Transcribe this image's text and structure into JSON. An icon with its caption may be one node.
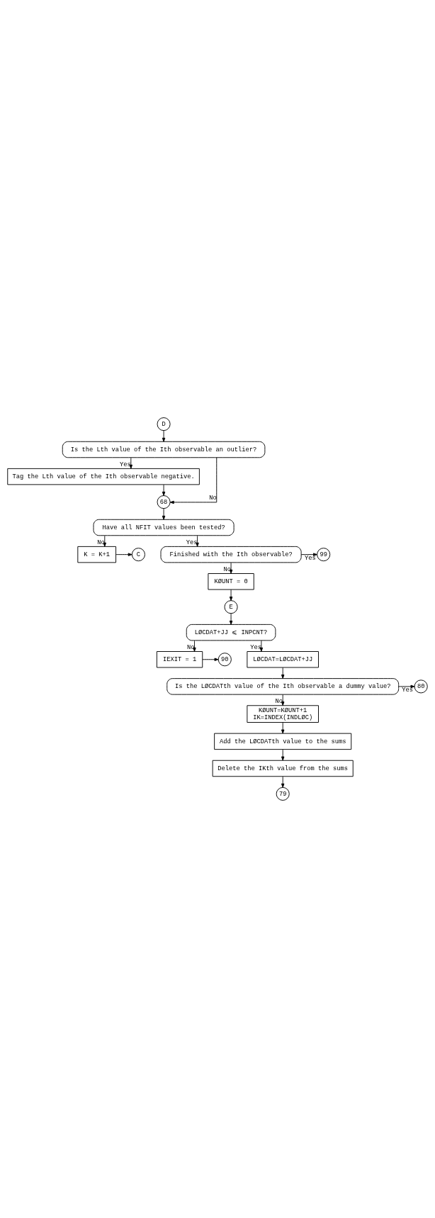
{
  "diagram": {
    "nodes": [
      {
        "text": [
          "D"
        ]
      },
      {
        "text": [
          "Is the Lth value of the Ith observable an outlier?"
        ]
      },
      {
        "text": [
          "Tag the Lth value of the Ith observable negative."
        ]
      },
      {
        "text": [
          "68"
        ]
      },
      {
        "text": [
          "Have all NFIT values been tested?"
        ]
      },
      {
        "text": [
          "K = K+1"
        ]
      },
      {
        "text": [
          "C"
        ]
      },
      {
        "text": [
          "Finished with the Ith observable?"
        ]
      },
      {
        "text": [
          "99"
        ]
      },
      {
        "text": [
          "KØUNT = 0"
        ]
      },
      {
        "text": [
          "E"
        ]
      },
      {
        "text": [
          "LØCDAT+JJ ⩽ INPCNT?"
        ]
      },
      {
        "text": [
          "IEXIT = 1"
        ]
      },
      {
        "text": [
          "90"
        ]
      },
      {
        "text": [
          "LØCDAT=LØCDAT+JJ"
        ]
      },
      {
        "text": [
          "Is the LØCDATth value of the Ith observable a dummy value?"
        ]
      },
      {
        "text": [
          "80"
        ]
      },
      {
        "text": [
          "KØUNT=KØUNT+1",
          "IK=INDEX(INDLØC)"
        ]
      },
      {
        "text": [
          "Add the LØCDATth value to the sums"
        ]
      },
      {
        "text": [
          "Delete the IKth value from the sums"
        ]
      },
      {
        "text": [
          "79"
        ]
      }
    ],
    "edges": [
      {
        "from": 0,
        "to": 1,
        "arrow": "to"
      },
      {
        "from": 1,
        "to": 3,
        "arrow": "to",
        "label": "No"
      },
      {
        "from": 1,
        "to": 2,
        "arrow": "to",
        "label": "Yes"
      },
      {
        "from": 2,
        "to": 3,
        "arrow": "to"
      },
      {
        "from": 3,
        "to": 4,
        "arrow": "to"
      },
      {
        "from": 4,
        "to": 5,
        "arrow": "to",
        "label": "No"
      },
      {
        "from": 4,
        "to": 7,
        "arrow": "to",
        "label": "Yes"
      },
      {
        "from": 5,
        "to": 6,
        "arrow": "to"
      },
      {
        "from": 7,
        "to": 8,
        "arrow": "to",
        "label": "Yes"
      },
      {
        "from": 7,
        "to": 9,
        "arrow": "to",
        "label": "No"
      },
      {
        "from": 9,
        "to": 10,
        "arrow": "to"
      },
      {
        "from": 10,
        "to": 11,
        "arrow": "to"
      },
      {
        "from": 11,
        "to": 12,
        "arrow": "to",
        "label": "No"
      },
      {
        "from": 11,
        "to": 14,
        "arrow": "to",
        "label": "Yes"
      },
      {
        "from": 12,
        "to": 13,
        "arrow": "to"
      },
      {
        "from": 14,
        "to": 15,
        "arrow": "to"
      },
      {
        "from": 15,
        "to": 16,
        "arrow": "to",
        "label": "Yes"
      },
      {
        "from": 15,
        "to": 17,
        "arrow": "to",
        "label": "No"
      },
      {
        "from": 17,
        "to": 18,
        "arrow": "to"
      },
      {
        "from": 18,
        "to": 19,
        "arrow": "to"
      },
      {
        "from": 19,
        "to": 20,
        "arrow": "to"
      }
    ]
  }
}
